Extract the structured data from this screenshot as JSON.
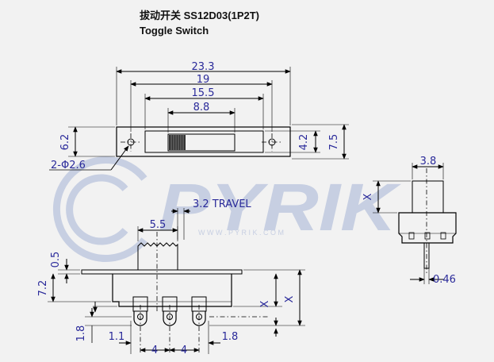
{
  "title": {
    "line1": "拔动开关 SS12D03(1P2T)",
    "line2": "Toggle Switch"
  },
  "watermark": {
    "brand": "PYRIK",
    "url": "W W W . P Y R I K . C O M"
  },
  "dimensions": {
    "top_view": {
      "overall_length": "23.3",
      "hole_spacing": "19",
      "body_length": "15.5",
      "slot_length": "8.8",
      "flange_height": "6.2",
      "body_height": "4.2",
      "overall_height": "7.5",
      "hole_callout": "2-Φ2.6"
    },
    "front_view": {
      "travel": "3.2 TRAVEL",
      "actuator_width": "5.5",
      "flange_thickness": "0.5",
      "body_height": "7.2",
      "x_short": "X",
      "x_long": "X",
      "pin_offset": "1.8",
      "edge_to_pin": "1.1",
      "pin_pitch_1": "4",
      "pin_pitch_2": "4",
      "pin_to_edge": "1.8"
    },
    "side_view": {
      "actuator_width": "3.8",
      "x": "X",
      "pin_thickness": "0.46"
    }
  },
  "colors": {
    "dimension": "#2a2a9a",
    "outline": "#000000",
    "watermark": "#c7cfe2",
    "background": "#f2f2f2"
  }
}
